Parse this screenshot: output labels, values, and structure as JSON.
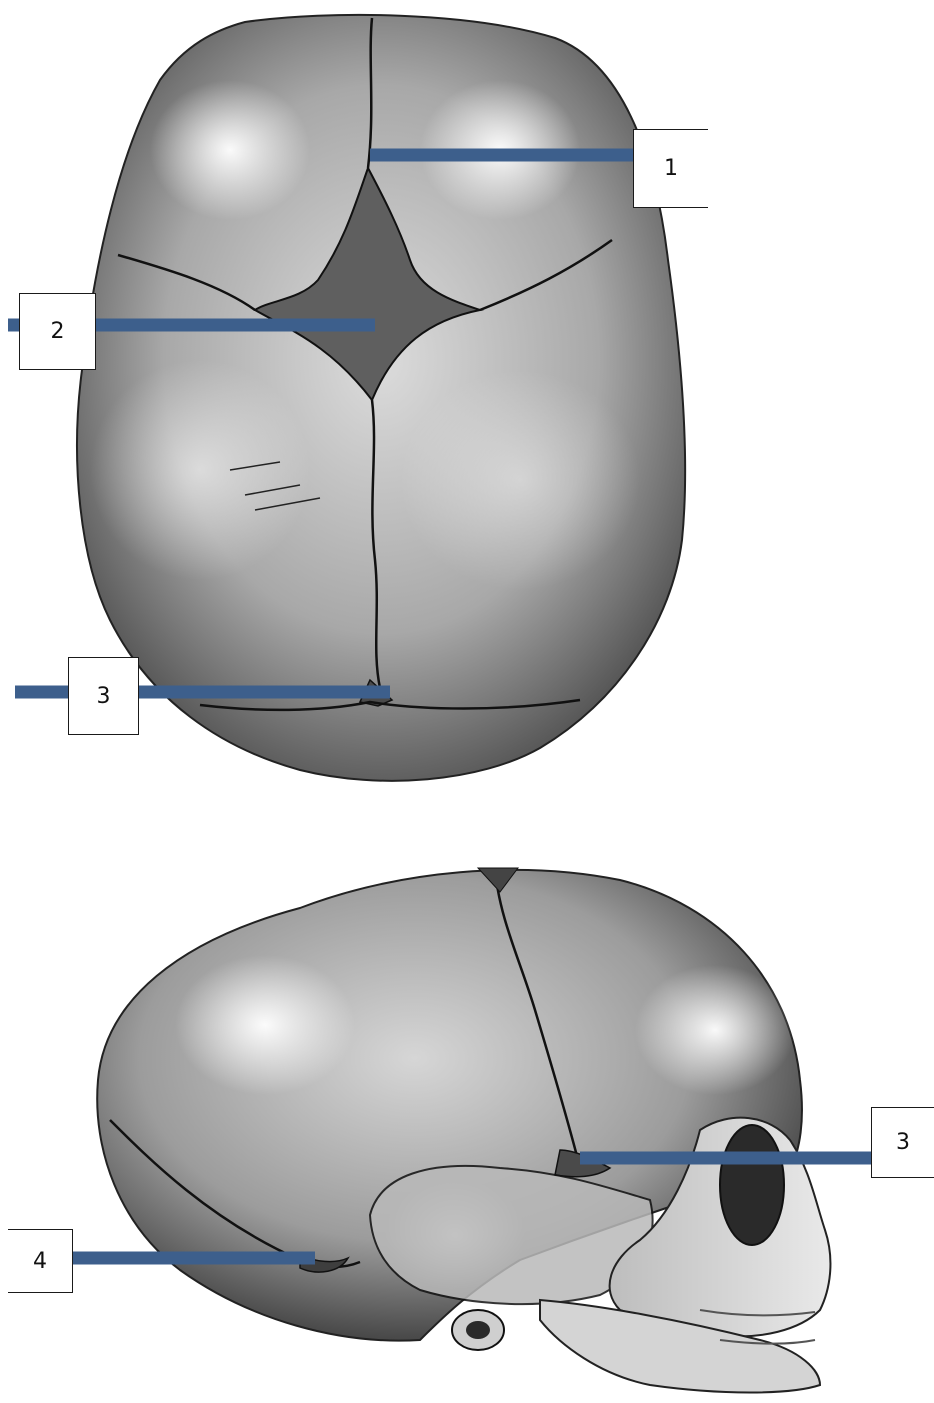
{
  "labels": [
    {
      "id": "1",
      "text": "1"
    },
    {
      "id": "2",
      "text": "2"
    },
    {
      "id": "3a",
      "text": "3"
    },
    {
      "id": "3b",
      "text": "3"
    },
    {
      "id": "4",
      "text": "4"
    }
  ],
  "colors": {
    "leader_line": "#3d5f8c",
    "bone_light": "#e4e4e4",
    "bone_mid": "#9a9a9a",
    "bone_dark": "#2e2e2e",
    "fontanelle": "#5f5f5f",
    "suture": "#111111"
  }
}
